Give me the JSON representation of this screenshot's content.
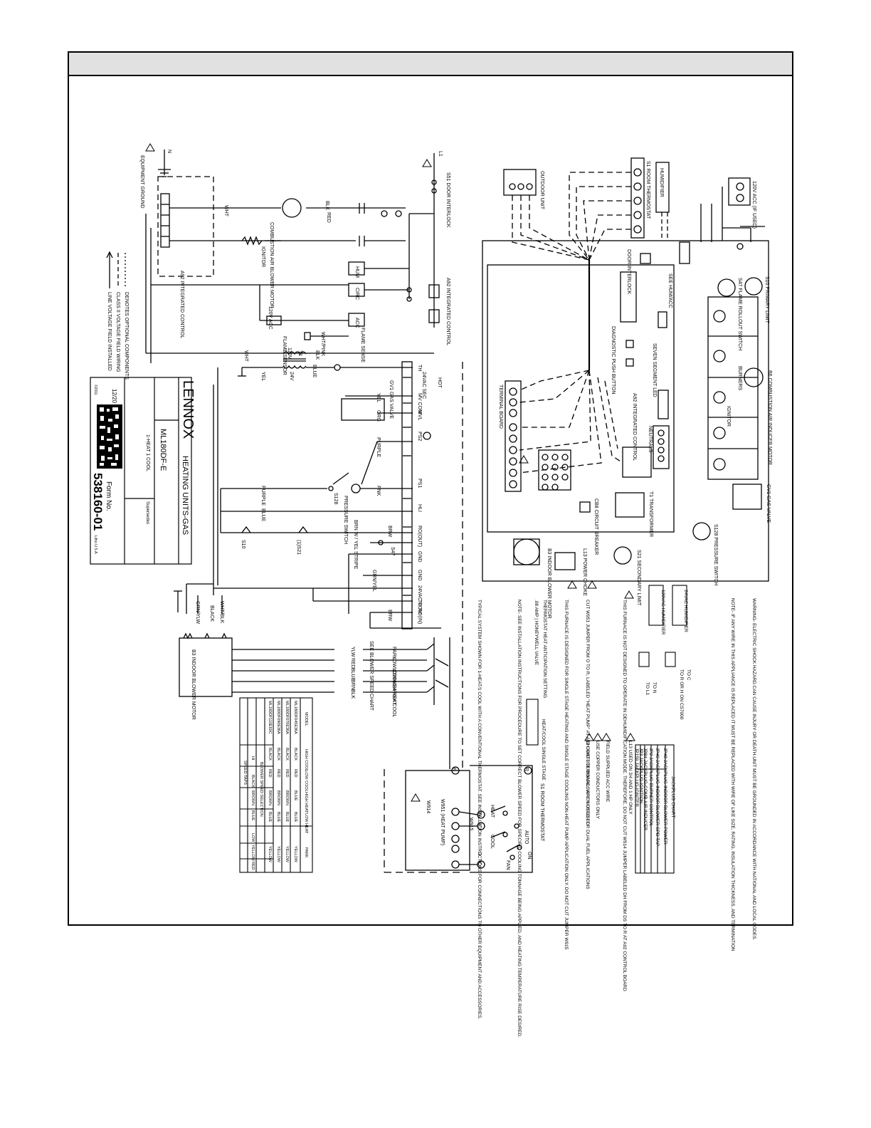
{
  "title_block": {
    "brand": "LENNOX",
    "category": "HEATING UNITS-GAS",
    "model": "ML180DF-E",
    "config": "1-HEAT 1 COOL",
    "form_label": "Form No.",
    "form_number": "538160-01",
    "date": "12/20",
    "supersedes": "Supersedes",
    "made_in": "Litho U.S.A.",
    "copyright": "©2011"
  },
  "legend": {
    "line_voltage": "LINE VOLTAGE FIELD INSTALLED",
    "class_ii": "CLASS II VOLTAGE FIELD WIRING",
    "optional": "DENOTES OPTIONAL COMPONENTS"
  },
  "schematic": {
    "equipment_ground": "EQUIPMENT GROUND",
    "neutral_top": "N",
    "line_top": "L1",
    "door_interlock": "S51 DOOR INTERLOCK",
    "combustion_motor": "COMBUSTION AIR BLOWER MOTOR",
    "ignitor": "IGNITOR",
    "integrated_control": "A92 INTEGRATED CONTROL",
    "flame_sensor": "FLAME SENSOR",
    "flame_sense": "FLAME SENSE",
    "pressure_switch": "PRESSURE SWITCH",
    "gas_valve": "GV1 GAS VALVE",
    "see_blower_chart": "SEE BLOWER SPEED CHART",
    "indoor_blower": "B3 INDOOR BLOWER MOTOR",
    "terminals": [
      "HUM",
      "CIRC",
      "ACC",
      "TH",
      "MV COM",
      "MVL",
      "PS2",
      "PS1",
      "HLI",
      "RO(OUT)",
      "GND",
      "GND",
      "24VAC COM",
      "TR",
      "RO(IN)"
    ],
    "wire_colors": [
      "WHT",
      "BLK",
      "RED",
      "YEL",
      "ORG",
      "PURPLE",
      "PNK",
      "BLUE",
      "BRN W / YEL STRIPE",
      "GRN/YEL",
      "BRW",
      "WHT/PINK",
      "WHT/BLK",
      "GRN/YLW",
      "BLACK"
    ],
    "taps": [
      "PARK",
      "LOW COOL",
      "LOW HEAT",
      "HIGH HEAT",
      "HIGH COOL"
    ],
    "tap_wires": [
      "YLW",
      "RED",
      "BLUE",
      "BRN",
      "BLK"
    ],
    "switches": [
      "S10",
      "(1)S21",
      "S47",
      "S128"
    ],
    "transformer": "T1",
    "voltage_labels": [
      "120V",
      "24V",
      "24VAC SEC",
      "120V ACC",
      "HOT"
    ]
  },
  "layout_diagram": {
    "outdoor_unit": "OUTDOOR UNIT",
    "room_thermostat": "S1 ROOM THERMOSTAT",
    "humidifier": "HUMIDIFIER",
    "accessory": "120V ACC (IF USED)",
    "primary_limit": "S10 PRIMARY LIMIT",
    "flame_rollout": "S47 FLAME ROLLOUT SWITCH",
    "combustion_inducer": "B6 COMBUSTION AIR INDUCER MOTOR",
    "burners": "BURNERS",
    "ignitor": "IGNITOR",
    "gas_valve": "GV1 GAS VALVE",
    "pressure_switch": "S128 PRESSURE SWITCH",
    "secondary_limit": "S21 SECONDARY LIMIT",
    "transformer": "T1 TRANSFORMER",
    "circuit_breaker": "CB8 CIRCUIT BREAKER",
    "power_choke": "L13 POWER CHOKE",
    "blower": "B3 INDOOR BLOWER MOTOR",
    "control": "A92 INTEGRATED CONTROL",
    "diagnostic": "DIAGNOSTIC PUSH BUTTON",
    "seven_segment": "SEVEN SEGMENT LED",
    "see_hum": "SEE HUM/ACC",
    "neutrals": "NEUTRALS",
    "terminal_board": "TERMINAL BOARD",
    "door_interlock": "DOOR INTERLOCK"
  },
  "notes": {
    "warning": "WARNING- ELECTRIC SHOCK HAZARD.CAN CAUSE INJURY OR DEATH.UNIT MUST BE GROUNDED IN ACCORDANCE WITH NATIONAL AND LOCAL CODES.",
    "note": "NOTE- IF ANY WIRE IN THIS APPLIANCE IS REPLACED IT MUST BE REPLACED WITH WIRE OF LIKE SIZE, RATING, INSULATION THICKNESS, AND TERMINATION",
    "humidifier_24v": "24VAC HUMIDIFIER",
    "humidifier_120v": "120VAC HUMIDIFIER",
    "hum_to_c": "TO C",
    "hum_to_r": "TO R OR H ON CS7000",
    "hum_to_n": "TO N",
    "hum_to_l1": "TO L1",
    "n1": "THIS FURNACE IS NOT DESIGNED TO OPERATE IN DEHUMIDIFICATION MODE. THEREFORE, DO NOT CUT W914 JUMPER LABELED DH FROM DS TO R AT A92 CONTROL BOARD",
    "n2": "CUT W951 JUMPER FROM O TO R, LABELED \"HEAT PUMP\" AT A92 CONTROL BOARD, WHEN USED FOR DUAL FUEL APPLICATIONS",
    "n3": "THIS FURNACE IS DESIGNED FOR SINGLE STAGE HEATING AND SINGLE STAGE COOLING NON-HEAT PUMP APPLICATION ONLY. DO NOT CUT JUMPER W915",
    "anticipation_title": "THERMOSTAT HEAT ANTICIPATION SETTING",
    "anticipation_value": ".08 AMP | HONEYWELL VALVE",
    "note_blower": "NOTE- SEE INSTALLATION INSTRUCTIONS FOR PROCEDURE TO SET CORRECT BLOWER SPEED FOR SPECIFIC COOLING TONNAGE BEING APPLIED, AND HEATING TEMPERATURE RISE DESIRED.",
    "note_typical": "TYPICAL SYSTEM SHOWN FOR 1-HEAT/1 COOL WITH A CONVENTIONAL THERMOSTAT. SEE INSTALLATION INSTRUCTIONS FOR CONNECTIONS TO OTHER EQUIPMENT AND ACCESSORIES.",
    "heat_cool": "HEAT/COOL SINGLE STAGE",
    "l13_note": "L13 USED ON 3/4 AND 1 HP ONLY",
    "field_acc": "FIELD SUPPLIED ACC WIRE",
    "copper": "USE COPPER CONDUCTORS ONLY",
    "dh_note": "DH AND L TERMINALS ARE NOT USED."
  },
  "jackplug_chart": {
    "title": "JACKPLUG CHART",
    "rows": [
      "JP48 JACKPLUG-INDOOR BLOWER-POWER",
      "JP49 JACKPLUG-INDOOR BLOWER-SPD TAP",
      "JP2 JACKPLUG-BURNER CONTROL",
      "JP84 JACKPLUG-COMB AIR INDUCER",
      "JP3 JACKPLUG-IGNITION",
      "JP159 JACKPLUG-IGNITER"
    ]
  },
  "thermostat": {
    "title": "S1 ROOM THERMOSTAT",
    "terminals": [
      "R",
      "W",
      "Y",
      "G",
      "C"
    ],
    "jumpers": [
      "W951 (HEAT PUMP)",
      "W915",
      "W914"
    ],
    "labels": [
      "AUTO",
      "ON",
      "FAN",
      "COOL",
      "HEAT"
    ]
  },
  "speed_table": {
    "headers": [
      "MODEL",
      "HIGH COOL",
      "LOW COOL",
      "HIGH HEAT",
      "LOW HEAT",
      "PARK"
    ],
    "rows": [
      [
        "ML180DF045E36A",
        "BLACK",
        "RED",
        "BLUE",
        "BLUE",
        "YELLOW"
      ],
      [
        "ML180DF070E36A",
        "BLACK",
        "RED",
        "BROWN",
        "BLUE",
        "YELLOW"
      ],
      [
        "ML180DF090E36A",
        "BLACK",
        "RED",
        "BROWN",
        "BLUE",
        "YELLOW"
      ],
      [
        "ML180DF110E60C",
        "BLACK",
        "RED",
        "BROWN",
        "BLUE",
        "YELLOW"
      ]
    ],
    "title": "BLOWER SPEED SELECTION",
    "footer_label": "SPEED TAPS",
    "hi_label": "HI",
    "lo_label": "LOW",
    "speed_colors": [
      "BLACK",
      "BROWN",
      "BLUE",
      "YELLOW",
      "RED"
    ]
  }
}
